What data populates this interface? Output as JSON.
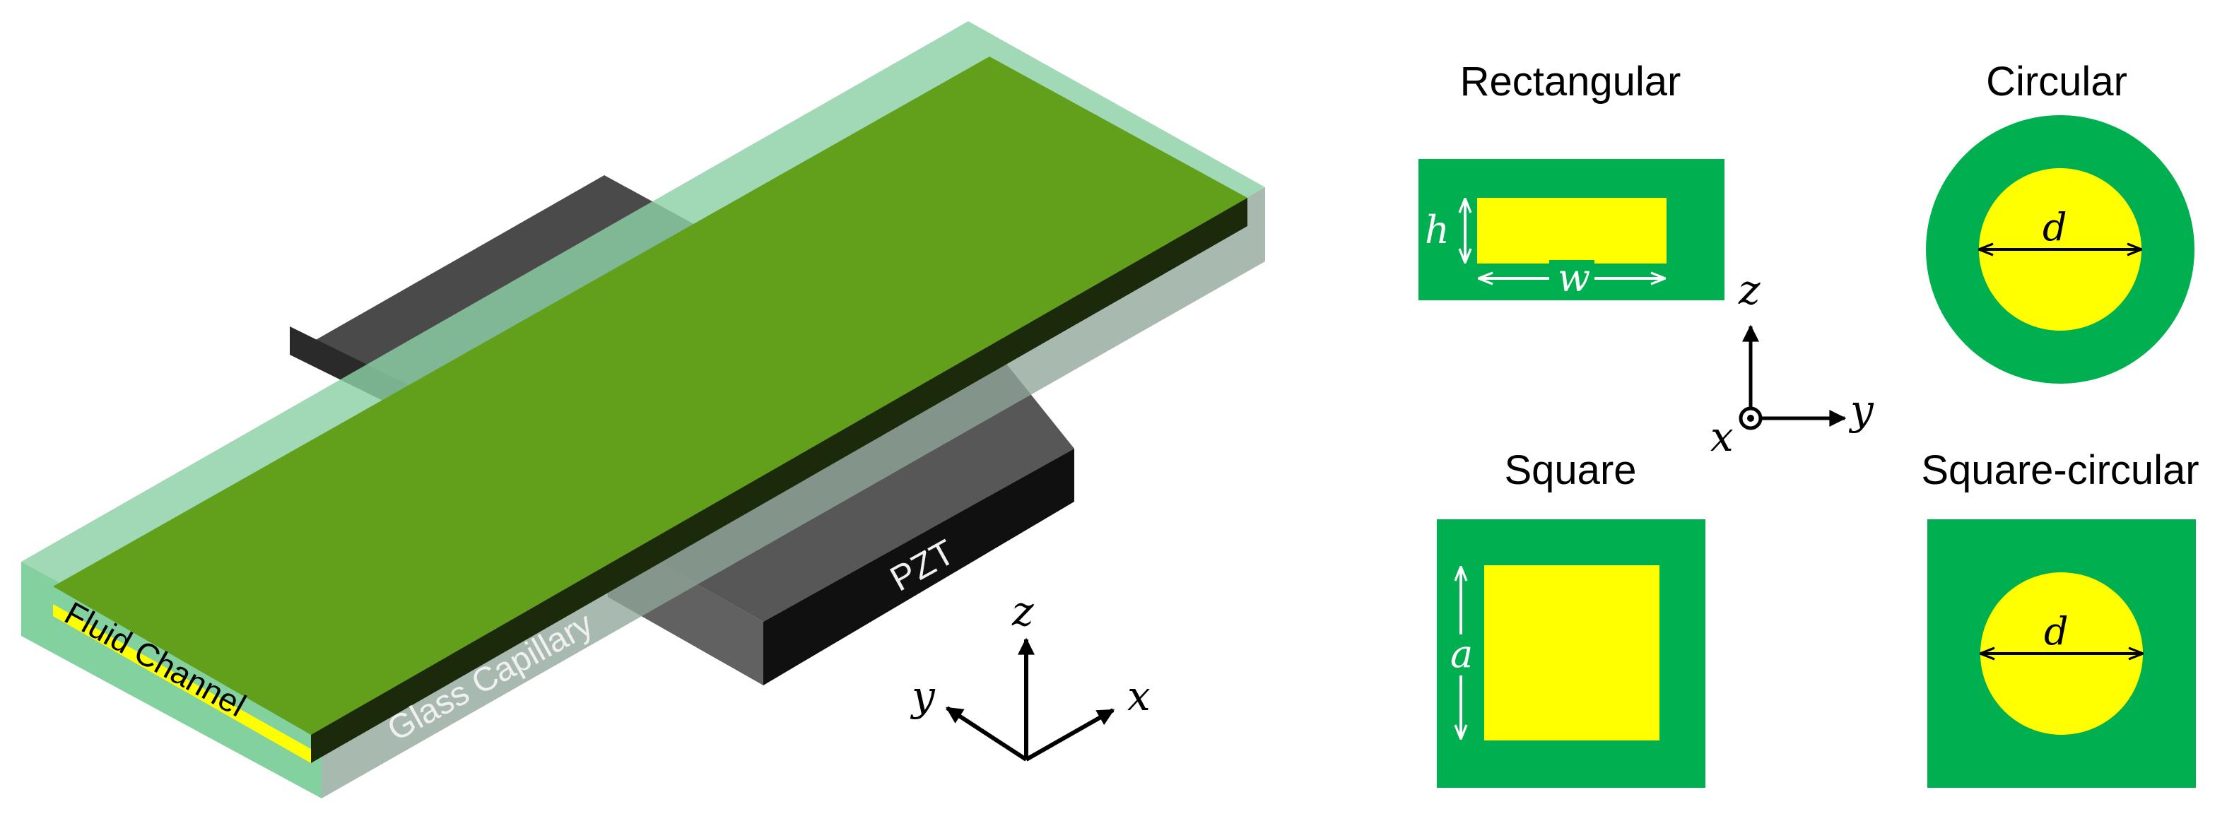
{
  "device": {
    "labels": {
      "fluid_channel": "Fluid Channel",
      "glass_capillary": "Glass Capillary",
      "pzt": "PZT"
    },
    "axes": {
      "z": "z",
      "y": "y",
      "x": "x"
    }
  },
  "cross_sections": {
    "rectangular": {
      "title": "Rectangular",
      "height_symbol": "h",
      "width_symbol": "w"
    },
    "circular": {
      "title": "Circular",
      "diameter_symbol": "d"
    },
    "square": {
      "title": "Square",
      "side_symbol": "a"
    },
    "square_circular": {
      "title": "Square-circular",
      "diameter_symbol": "d"
    },
    "axes": {
      "z": "z",
      "y": "y",
      "x": "x"
    }
  },
  "colors": {
    "glass": "#8ccfa6",
    "glass_edge": "#62bf88",
    "channel_top": "#62a01c",
    "fluid": "#ffff00",
    "pzt_top": "#4a4a4a",
    "pzt_front": "#101010",
    "section_green": "#00b050",
    "section_yellow": "#ffff00"
  }
}
